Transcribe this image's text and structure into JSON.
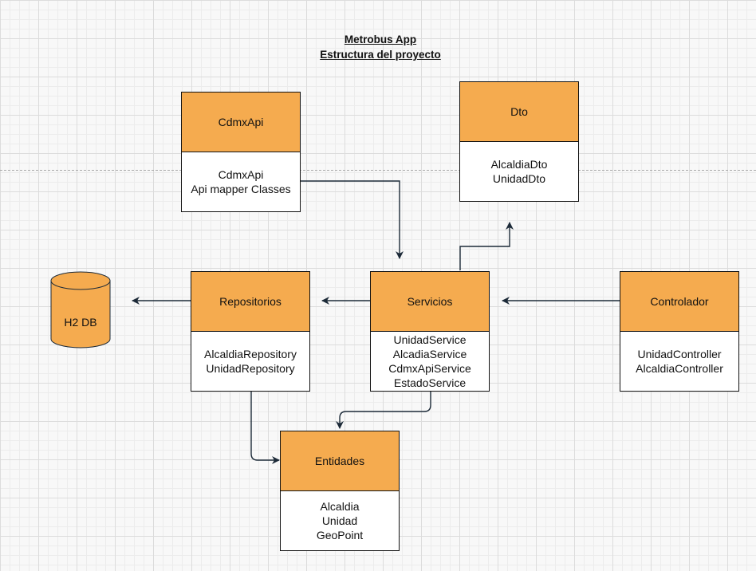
{
  "title": {
    "line1": "Metrobus App",
    "line2": "Estructura del proyecto"
  },
  "database": {
    "label": "H2 DB"
  },
  "boxes": {
    "cdmxapi": {
      "header": "CdmxApi",
      "lines": [
        "CdmxApi",
        "Api mapper Classes"
      ]
    },
    "dto": {
      "header": "Dto",
      "lines": [
        "AlcaldiaDto",
        "UnidadDto"
      ]
    },
    "repositorios": {
      "header": "Repositorios",
      "lines": [
        "AlcaldiaRepository",
        "UnidadRepository"
      ]
    },
    "servicios": {
      "header": "Servicios",
      "lines": [
        "UnidadService",
        "AlcadiaService",
        "CdmxApiService",
        "EstadoService"
      ]
    },
    "controlador": {
      "header": "Controlador",
      "lines": [
        "UnidadController",
        "AlcaldiaController"
      ]
    },
    "entidades": {
      "header": "Entidades",
      "lines": [
        "Alcaldia",
        "Unidad",
        "GeoPoint"
      ]
    }
  },
  "colors": {
    "box_header": "#f5ab4f",
    "connector": "#1c2a38",
    "database_fill": "#f5ab4f"
  }
}
